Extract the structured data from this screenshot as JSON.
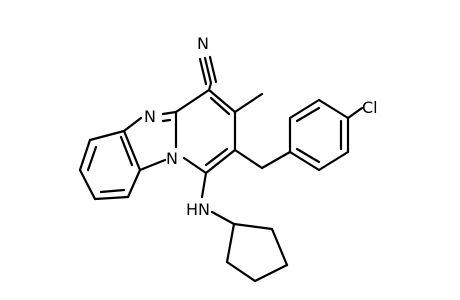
{
  "molecule": {
    "atoms": {
      "nitrile_N": "N",
      "imidazole_N": "N",
      "bridgehead_N": "N",
      "chlorine": "Cl",
      "amine": "HN"
    }
  },
  "colors": {
    "bond": "#000000",
    "nitrogen": "#000080",
    "carbon_label": "#000000",
    "background": "#ffffff"
  }
}
